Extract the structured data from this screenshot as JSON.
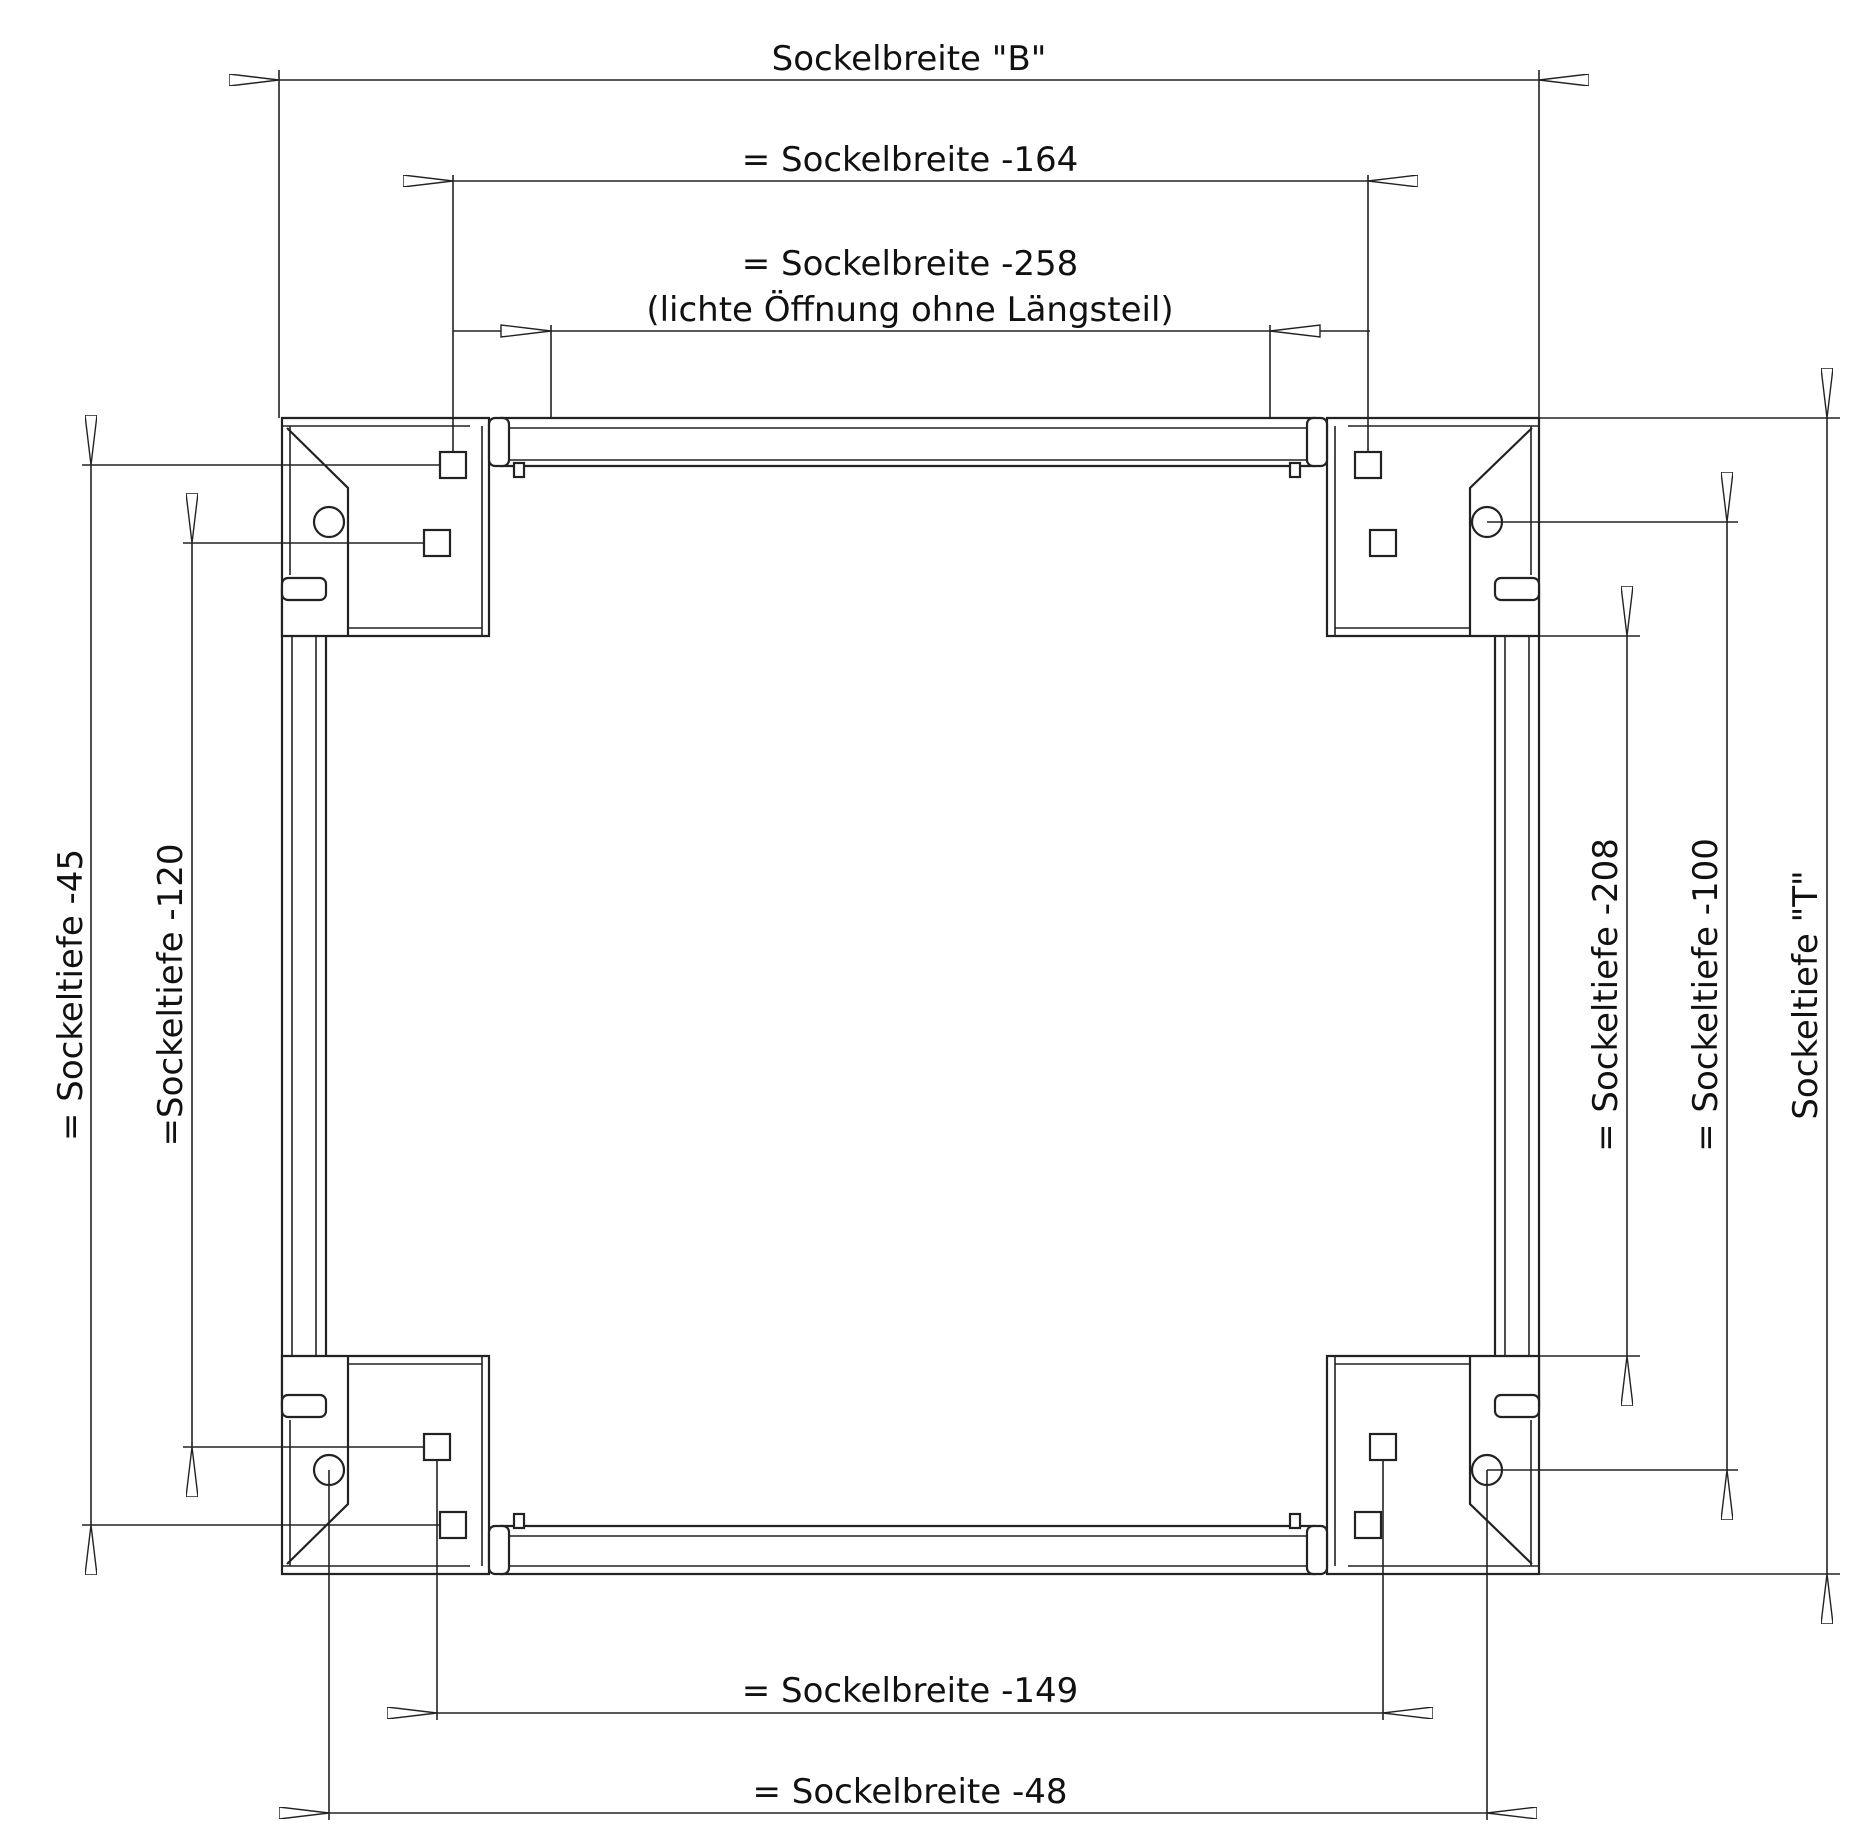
{
  "dimensions": {
    "width_total": "Sockelbreite \"B\"",
    "width_164": "= Sockelbreite -164",
    "width_258": "= Sockelbreite -258",
    "width_258_note": "(lichte Öffnung ohne Längsteil)",
    "width_149": "= Sockelbreite -149",
    "width_48": "= Sockelbreite -48",
    "depth_45": "= Sockeltiefe -45",
    "depth_120": "=Sockeltiefe -120",
    "depth_208": "= Sockeltiefe -208",
    "depth_100": "= Sockeltiefe -100",
    "depth_total": "Sockeltiefe \"T\""
  }
}
